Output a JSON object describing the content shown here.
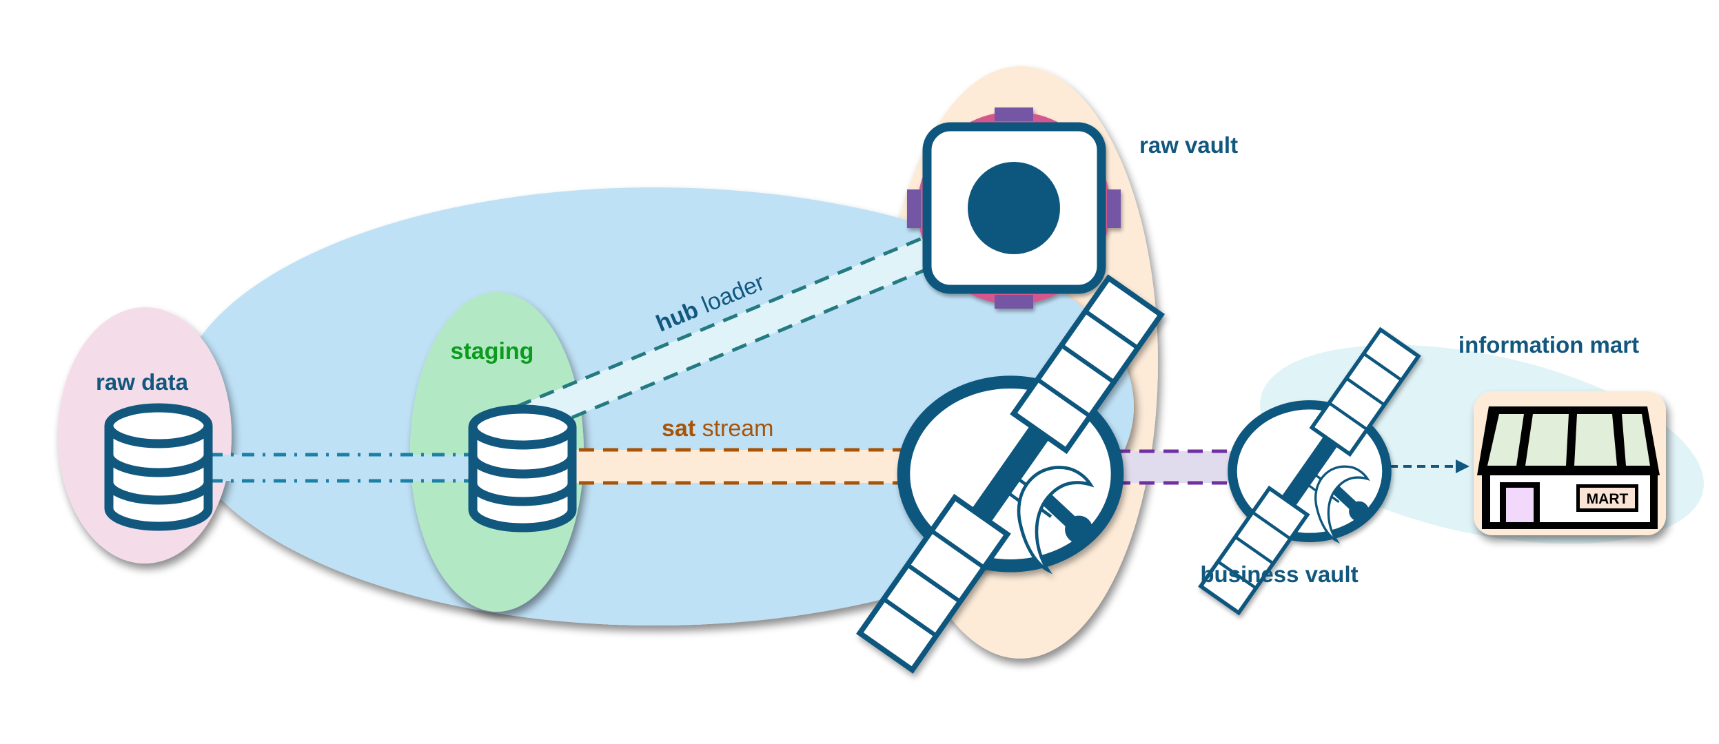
{
  "diagram": {
    "title": "",
    "nodes": {
      "raw_data": {
        "label": "raw data",
        "icon": "database-icon"
      },
      "staging": {
        "label": "staging",
        "icon": "database-icon"
      },
      "raw_vault": {
        "label": "raw vault",
        "icons": [
          "hub-icon",
          "satellite-icon"
        ]
      },
      "business_vault": {
        "label": "business vault",
        "icon": "satellite-icon"
      },
      "information_mart": {
        "label": "information mart",
        "icon": "storefront-icon",
        "sign_text": "MART"
      }
    },
    "edges": {
      "raw_to_staging": {
        "from": "raw data",
        "to": "staging",
        "style": "dash-dot"
      },
      "hub_loader": {
        "from": "staging",
        "to": "raw vault hub",
        "label_bold": "hub",
        "label_rest": " loader",
        "style": "dashed"
      },
      "sat_stream": {
        "from": "staging",
        "to": "raw vault satellite",
        "label_bold": "sat",
        "label_rest": " stream",
        "style": "dashed"
      },
      "raw_to_business": {
        "from": "raw vault satellite",
        "to": "business vault",
        "style": "dashed"
      },
      "business_to_mart": {
        "from": "business vault",
        "to": "information mart",
        "style": "dashed-arrow"
      }
    }
  },
  "colors": {
    "dark_blue": "#11577e",
    "raw_data_fill": "#f4dde8",
    "blue_region_fill": "#bfe1f6",
    "staging_fill": "#b2e9c4",
    "staging_text": "#0c9a1f",
    "raw_vault_fill": "#fdebd8",
    "mart_region_fill": "#e0f3f7",
    "sat_stream": "#a65408",
    "hub_loader_line": "#237a80",
    "hub_band": "#e0f3f8",
    "dashdot_line": "#1b7fa6",
    "purple_line": "#7030a0",
    "purple_band": "#e0dcee",
    "hub_ring": "#d4588d",
    "hub_tabs": "#7457a5",
    "awning_fill": "#e1eed9",
    "door_fill": "#f2d8fa",
    "sign_fill": "#fbe4d5"
  }
}
